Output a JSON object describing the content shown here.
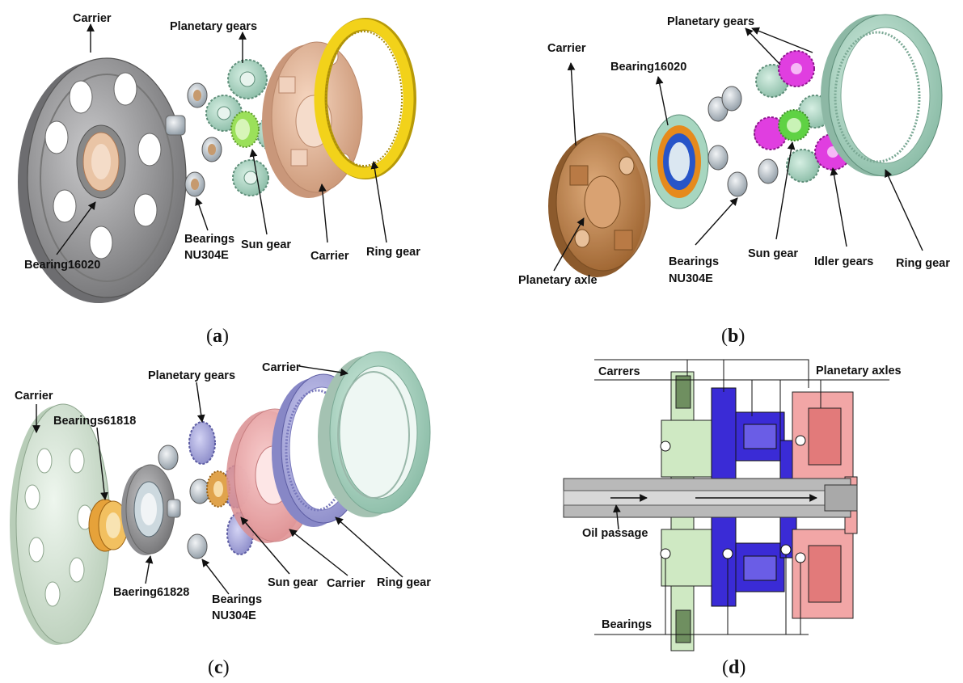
{
  "panels": {
    "a": {
      "caption_open": "(",
      "caption_letter": "a",
      "caption_close": ")",
      "labels": {
        "carrier_left": "Carrier",
        "planetary_gears": "Planetary gears",
        "bearing": "Bearing16020",
        "bearings_1": "Bearings",
        "bearings_2": "NU304E",
        "sun_gear": "Sun gear",
        "carrier_right": "Carrier",
        "ring_gear": "Ring gear"
      }
    },
    "b": {
      "caption_open": "(",
      "caption_letter": "b",
      "caption_close": ")",
      "labels": {
        "carrier": "Carrier",
        "bearing": "Bearing16020",
        "planetary_gears": "Planetary gears",
        "planetary_axle": "Planetary axle",
        "bearings_1": "Bearings",
        "bearings_2": "NU304E",
        "sun_gear": "Sun gear",
        "idler_gears": "Idler gears",
        "ring_gear": "Ring gear"
      }
    },
    "c": {
      "caption_open": "(",
      "caption_letter": "c",
      "caption_close": ")",
      "labels": {
        "carrier_left": "Carrier",
        "bearings_61818": "Bearings61818",
        "planetary_gears": "Planetary gears",
        "carrier_top": "Carrier",
        "baering_61828": "Baering61828",
        "bearings_1": "Bearings",
        "bearings_2": "NU304E",
        "sun_gear": "Sun gear",
        "carrier_mid": "Carrier",
        "ring_gear": "Ring gear"
      }
    },
    "d": {
      "caption_open": "(",
      "caption_letter": "d",
      "caption_close": ")",
      "labels": {
        "carrers": "Carrers",
        "planetary_axles": "Planetary axles",
        "oil_passage": "Oil passage",
        "bearings": "Bearings"
      }
    }
  },
  "colors": {
    "carrier_gray": "#9a9a9c",
    "ring_yellow": "#f2d21a",
    "carrier_peach": "#e6b99a",
    "gear_mint": "#a7d6c0",
    "sun_green": "#9be05a",
    "bronze": "#c8874f",
    "magenta": "#e03ee0",
    "bearing_blue": "#2855c8",
    "bearing_orange": "#e68a1c",
    "lav": "#a9a9dd",
    "pale_green": "#d9ead9",
    "pink": "#f0a8aa",
    "section_blue": "#3a2bd6",
    "section_pink": "#f2a6a6",
    "section_green": "#cfe9c3"
  }
}
